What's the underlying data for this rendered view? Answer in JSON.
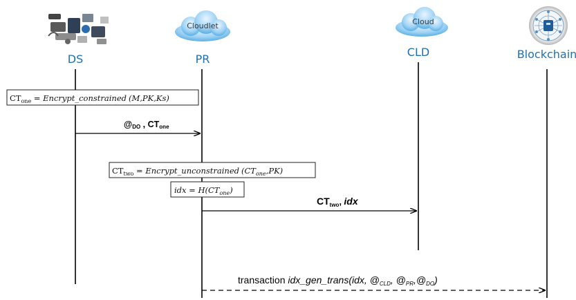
{
  "actors": {
    "ds": {
      "label": "DS",
      "icon": "iot-devices-icon"
    },
    "pr": {
      "label": "PR",
      "cloud_label": "Cloudlet",
      "icon": "cloud-icon"
    },
    "cld": {
      "label": "CLD",
      "cloud_label": "Cloud",
      "icon": "cloud-icon"
    },
    "bc": {
      "label": "Blockchain",
      "icon": "blockchain-network-icon"
    }
  },
  "formulas": {
    "f1": {
      "lhs": "CT",
      "lhs_sub": "one",
      "eq": " = ",
      "fn": "Encrypt_constrained",
      "args": "(M,PK,Ks)"
    },
    "f2": {
      "lhs": "CT",
      "lhs_sub": "two",
      "eq": " = ",
      "fn": "Encrypt_unconstrained",
      "args_open": "(CT",
      "args_sub": "one",
      "args_close": ",PK)"
    },
    "f3": {
      "lhs": "idx",
      "eq": " = ",
      "fn": "H",
      "args_open": "(CT",
      "args_sub": "one",
      "args_close": ")"
    }
  },
  "messages": {
    "m1": {
      "at": "@",
      "at_sub": "DO",
      "sep": " , ",
      "ct": "CT",
      "ct_sub": "one"
    },
    "m2": {
      "ct": "CT",
      "ct_sub": "two",
      "sep": ", ",
      "idx": "idx"
    },
    "m3": {
      "prefix": "transaction ",
      "fn": "idx_gen_trans(idx, @",
      "s1": "CLD",
      "p1": ", @",
      "s2": "PR",
      "p2": ",@",
      "s3": "DO",
      "close": ")"
    }
  },
  "colors": {
    "actor_label": "#1f6fb5",
    "cloud_fill": "#6fb8ec",
    "lifeline": "#000000"
  }
}
